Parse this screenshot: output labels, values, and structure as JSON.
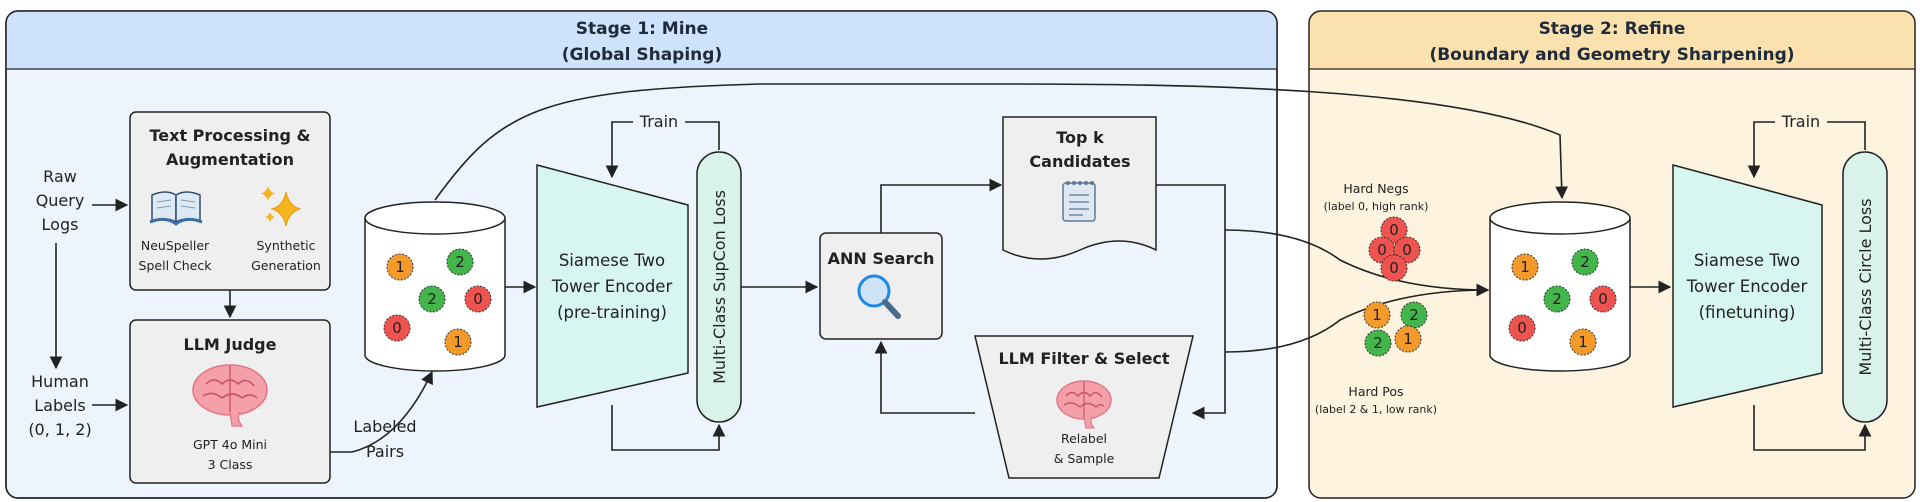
{
  "stage1": {
    "title_line1": "Stage 1: Mine",
    "title_line2": "(Global Shaping)"
  },
  "stage2": {
    "title_line1": "Stage 2: Refine",
    "title_line2": "(Boundary and Geometry Sharpening)"
  },
  "inputs": {
    "raw_query_logs": [
      "Raw",
      "Query",
      "Logs"
    ],
    "human_labels": [
      "Human",
      "Labels",
      "(0, 1, 2)"
    ]
  },
  "text_processing": {
    "title_line1": "Text Processing &",
    "title_line2": "Augmentation",
    "left_label": [
      "NeuSpeller",
      "Spell Check"
    ],
    "right_label": [
      "Synthetic",
      "Generation"
    ]
  },
  "llm_judge": {
    "title": "LLM Judge",
    "sub_line1": "GPT 4o Mini",
    "sub_line2": "3 Class"
  },
  "labeled_pairs": [
    "Labeled",
    "Pairs"
  ],
  "db_balls": [
    "1",
    "2",
    "2",
    "0",
    "0",
    "1"
  ],
  "encoder1": [
    "Siamese Two",
    "Tower Encoder",
    "(pre-training)"
  ],
  "loss1": "Multi-Class SupCon Loss",
  "train_label": "Train",
  "ann": {
    "title": "ANN Search"
  },
  "topk": [
    "Top k",
    "Candidates"
  ],
  "llm_filter": {
    "title": "LLM Filter & Select",
    "sub": [
      "Relabel",
      "& Sample"
    ]
  },
  "hard_negs": {
    "title": "Hard Negs",
    "sub": "(label 0, high rank)",
    "balls": [
      "0",
      "0",
      "0",
      "0"
    ]
  },
  "hard_pos": {
    "title": "Hard Pos",
    "sub": "(label 2 & 1, low rank)",
    "balls": [
      "1",
      "2",
      "2",
      "1"
    ]
  },
  "encoder2": [
    "Siamese Two",
    "Tower Encoder",
    "(finetuning)"
  ],
  "loss2": "Multi-Class Circle Loss",
  "colors": {
    "stage1_bg": "#eef4fd",
    "stage1_header": "#cfe2fb",
    "stage2_bg": "#fdf3df",
    "stage2_header": "#fbe1ae",
    "box_gray": "#efefef",
    "encoder_fill": "#d7f6ef",
    "loss_fill": "#d9f3ea",
    "label0": "#ef5350",
    "label1": "#f39a2b",
    "label2": "#43b54a"
  },
  "icons": [
    "book-icon",
    "sparkles-icon",
    "brain-icon",
    "magnifier-icon",
    "notepad-icon"
  ]
}
